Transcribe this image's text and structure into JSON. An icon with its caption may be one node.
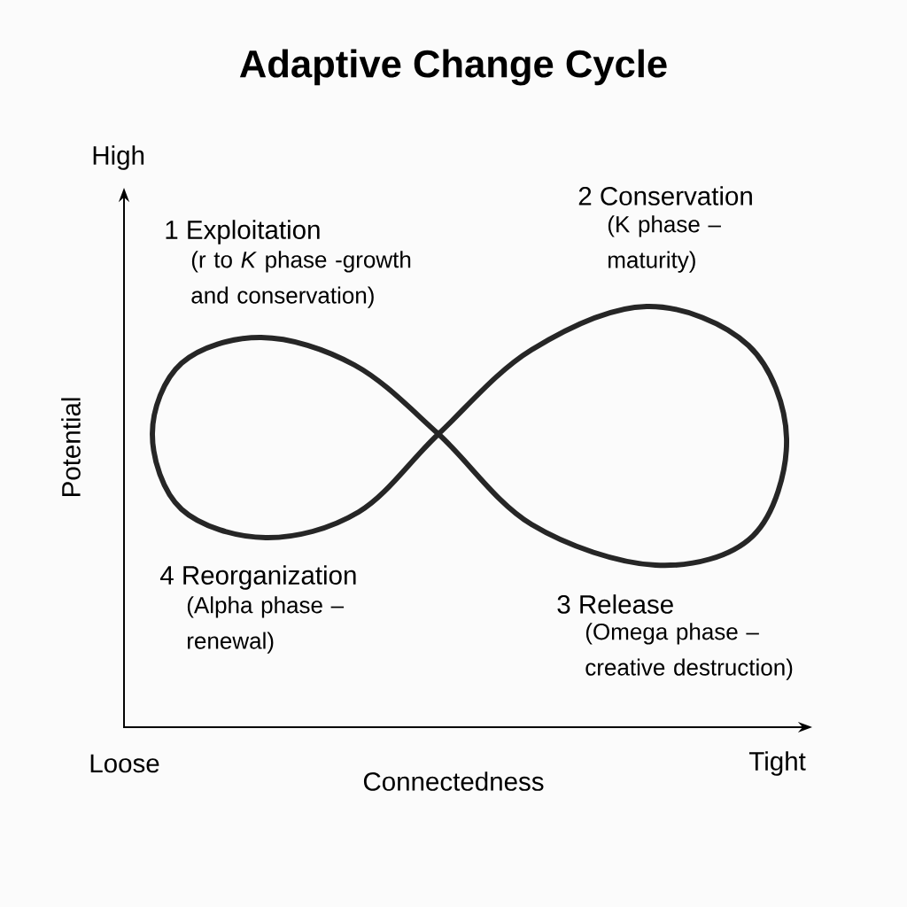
{
  "diagram": {
    "title": "Adaptive Change Cycle",
    "labels": [
      "High",
      "2 Conservation",
      "1 Exploitation",
      "(K phase – maturity)",
      "(r to *K* phase -growth and conservation)",
      "Potential",
      "4 Reorganization",
      "3 Release",
      "(Alpha phase – renewal)",
      "(Omega phase – creative destruction)",
      "Loose",
      "Tight",
      "Connectedness"
    ]
  }
}
